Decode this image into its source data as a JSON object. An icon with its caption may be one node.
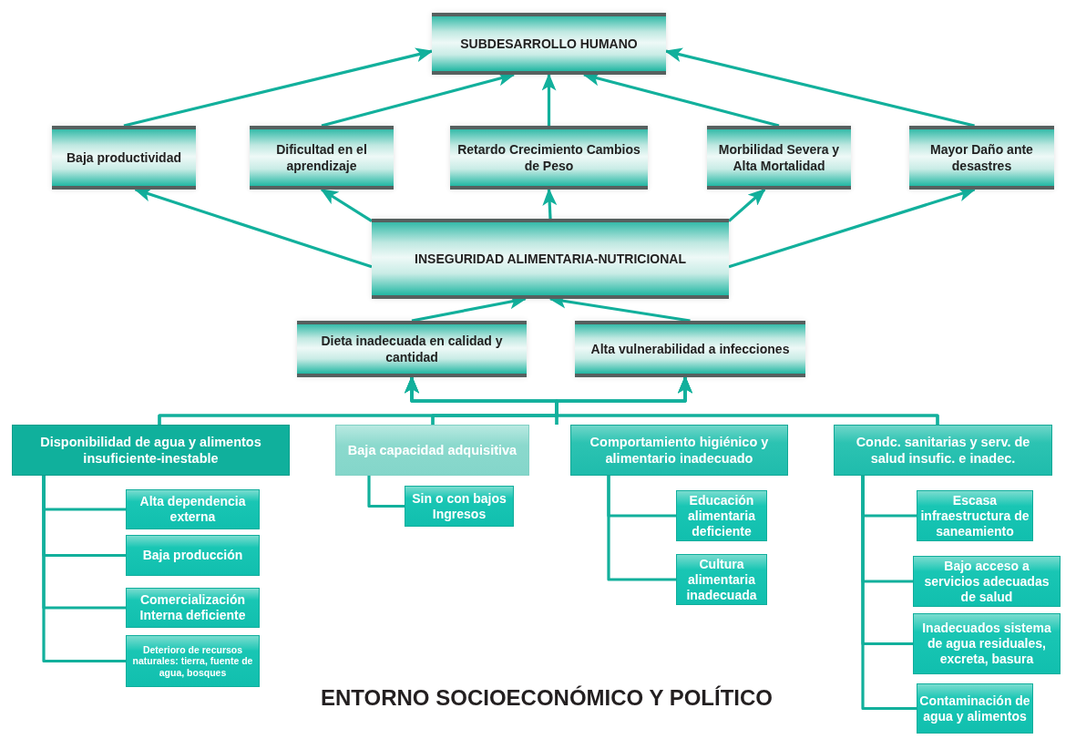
{
  "diagram": {
    "nodes": [
      {
        "text": [
          "SUBDESARROLLO HUMANO"
        ]
      },
      {
        "text": [
          "Baja productividad"
        ]
      },
      {
        "text": [
          "Dificultad en el aprendizaje"
        ]
      },
      {
        "text": [
          "Retardo Crecimiento Cambios de Peso"
        ]
      },
      {
        "text": [
          "Morbilidad Severa y Alta Mortalidad"
        ]
      },
      {
        "text": [
          "Mayor Daño ante desastres"
        ]
      },
      {
        "text": [
          "INSEGURIDAD ALIMENTARIA-NUTRICIONAL"
        ]
      },
      {
        "text": [
          "Dieta inadecuada en calidad y cantidad"
        ]
      },
      {
        "text": [
          "Alta vulnerabilidad a infecciones"
        ]
      },
      {
        "text": [
          "Disponibilidad de agua y alimentos insuficiente-inestable"
        ]
      },
      {
        "text": [
          "Baja capacidad adquisitiva"
        ]
      },
      {
        "text": [
          "Comportamiento higiénico y alimentario inadecuado"
        ]
      },
      {
        "text": [
          "Condc. sanitarias y serv. de salud insufic. e inadec."
        ]
      },
      {
        "text": [
          "Alta dependencia externa"
        ]
      },
      {
        "text": [
          "Baja producción"
        ]
      },
      {
        "text": [
          "Comercialización Interna deficiente"
        ]
      },
      {
        "text": [
          "Deterioro de recursos naturales: tierra, fuente de agua, bosques"
        ]
      },
      {
        "text": [
          "Sin o con bajos Ingresos"
        ]
      },
      {
        "text": [
          "Educación alimentaria deficiente"
        ]
      },
      {
        "text": [
          "Cultura alimentaria inadecuada"
        ]
      },
      {
        "text": [
          "Escasa infraestructura de saneamiento"
        ]
      },
      {
        "text": [
          "Bajo acceso a servicios adecuadas de salud"
        ]
      },
      {
        "text": [
          "Inadecuados sistema de agua residuales, excreta, basura"
        ]
      },
      {
        "text": [
          "Contaminación de agua y alimentos"
        ]
      }
    ],
    "edges": [
      {
        "from": 1,
        "to": 0,
        "arrow": "to"
      },
      {
        "from": 2,
        "to": 0,
        "arrow": "to"
      },
      {
        "from": 3,
        "to": 0,
        "arrow": "to"
      },
      {
        "from": 4,
        "to": 0,
        "arrow": "to"
      },
      {
        "from": 5,
        "to": 0,
        "arrow": "to"
      },
      {
        "from": 6,
        "to": 1,
        "arrow": "to"
      },
      {
        "from": 6,
        "to": 2,
        "arrow": "to"
      },
      {
        "from": 6,
        "to": 3,
        "arrow": "to"
      },
      {
        "from": 6,
        "to": 4,
        "arrow": "to"
      },
      {
        "from": 6,
        "to": 5,
        "arrow": "to"
      },
      {
        "from": 7,
        "to": 6,
        "arrow": "to"
      },
      {
        "from": 8,
        "to": 6,
        "arrow": "to"
      },
      {
        "from": 9,
        "to": 7,
        "arrow": "to"
      },
      {
        "from": 9,
        "to": 8,
        "arrow": "to"
      },
      {
        "from": 10,
        "to": 7,
        "arrow": "to"
      },
      {
        "from": 10,
        "to": 8,
        "arrow": "to"
      },
      {
        "from": 11,
        "to": 7,
        "arrow": "to"
      },
      {
        "from": 11,
        "to": 8,
        "arrow": "to"
      },
      {
        "from": 12,
        "to": 7,
        "arrow": "to"
      },
      {
        "from": 12,
        "to": 8,
        "arrow": "to"
      },
      {
        "from": 9,
        "to": 13,
        "arrow": "none"
      },
      {
        "from": 9,
        "to": 14,
        "arrow": "none"
      },
      {
        "from": 9,
        "to": 15,
        "arrow": "none"
      },
      {
        "from": 9,
        "to": 16,
        "arrow": "none"
      },
      {
        "from": 10,
        "to": 17,
        "arrow": "none"
      },
      {
        "from": 11,
        "to": 18,
        "arrow": "none"
      },
      {
        "from": 11,
        "to": 19,
        "arrow": "none"
      },
      {
        "from": 12,
        "to": 20,
        "arrow": "none"
      },
      {
        "from": 12,
        "to": 21,
        "arrow": "none"
      },
      {
        "from": 12,
        "to": 22,
        "arrow": "none"
      },
      {
        "from": 12,
        "to": 23,
        "arrow": "none"
      }
    ],
    "labels": [
      "ENTORNO SOCIOECONÓMICO Y POLÍTICO"
    ]
  }
}
